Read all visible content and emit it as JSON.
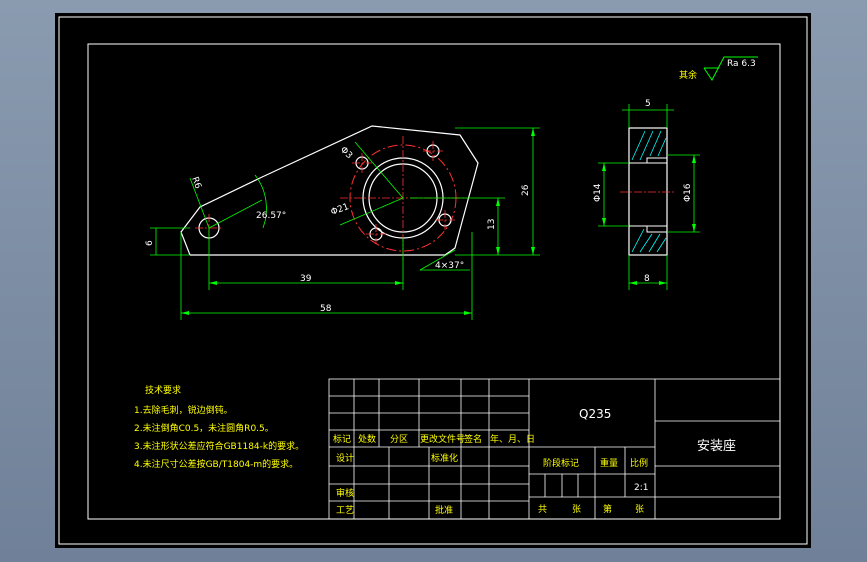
{
  "drawing": {
    "surface_roughness": {
      "prefix": "其余",
      "value": "Ra 6.3"
    },
    "dimensions": {
      "dim_5": "5",
      "dim_8": "8",
      "dia_14": "Φ14",
      "dia_16": "Φ16",
      "angle_26": "26.57°",
      "dim_6": "6",
      "dim_39": "39",
      "dim_58": "58",
      "dim_26": "26",
      "dim_13": "13",
      "chamfer": "4×37°",
      "dia_21": "Φ21",
      "radius_r": "R6",
      "hole_d": "Φ3"
    },
    "tech_requirements": {
      "title": "技术要求",
      "items": [
        "1.去除毛刺，锐边倒钝。",
        "2.未注倒角C0.5，未注圆角R0.5。",
        "3.未注形状公差应符合GB1184-k的要求。",
        "4.未注尺寸公差按GB/T1804-m的要求。"
      ]
    },
    "title_block": {
      "material": "Q235",
      "part_name": "安装座",
      "row_labels": [
        "标记",
        "处数",
        "分区",
        "更改文件号",
        "签名",
        "年、月、日"
      ],
      "design": "设计",
      "standardize": "标准化",
      "review": "审核",
      "process": "工艺",
      "approve": "批准",
      "stage_mark": "阶段标记",
      "weight": "重量",
      "scale_label": "比例",
      "scale_value": "2:1",
      "sheet_total": "共",
      "sheet_unit1": "张",
      "sheet_no": "第",
      "sheet_unit2": "张"
    }
  },
  "colors": {
    "background": "#000000",
    "frame": "#ffffff",
    "outline": "#ffffff",
    "dimension": "#00ff00",
    "centerline": "#ff0000",
    "hatch": "#00ffff",
    "hidden": "#ff00ff",
    "text": "#ffff00"
  }
}
